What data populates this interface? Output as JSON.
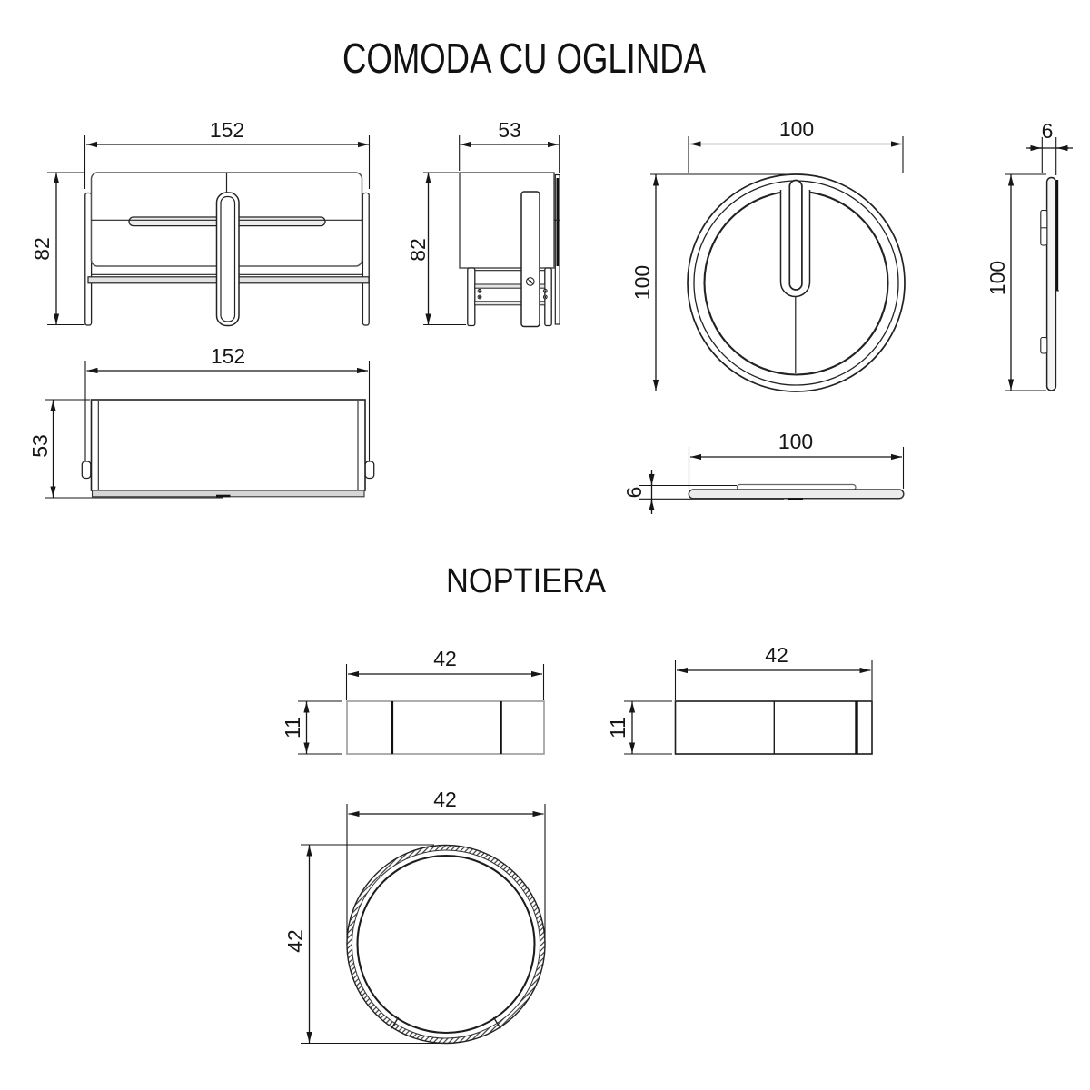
{
  "comoda": {
    "title": "COMODA CU OGLINDA",
    "front": {
      "width": "152",
      "height": "82"
    },
    "side": {
      "depth": "53",
      "height": "82"
    },
    "top": {
      "width": "152",
      "depth": "53"
    },
    "mirror_front": {
      "width": "100",
      "height": "100"
    },
    "mirror_side": {
      "thickness": "6",
      "height": "100"
    },
    "mirror_top": {
      "width": "100",
      "thickness": "6"
    }
  },
  "noptiera": {
    "title": "NOPTIERA",
    "front": {
      "width": "42",
      "height": "11"
    },
    "side": {
      "width": "42",
      "height": "11"
    },
    "top": {
      "width": "42",
      "height": "42"
    }
  },
  "colors": {
    "line": "#1c1c1c",
    "light_fill": "#e9e9e9",
    "gray_outline": "#9a9a9a"
  }
}
